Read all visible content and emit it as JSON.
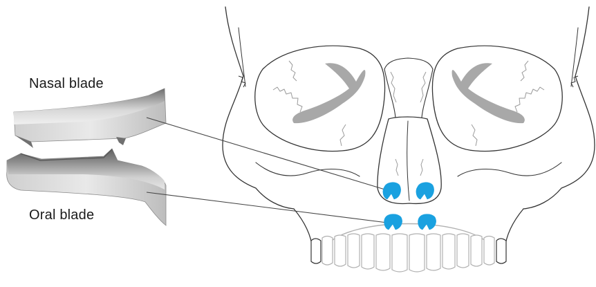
{
  "labels": {
    "nasal": "Nasal blade",
    "oral": "Oral blade"
  },
  "colors": {
    "outline": "#333333",
    "suture": "#9a9a9a",
    "orbit_shadow": "#a8a8a8",
    "teeth_outline": "#b0b0b0",
    "contact_pad": "#1aa1e0",
    "blade_metal": "#c9c9c9",
    "leader_line": "#444444"
  },
  "icons": [
    "nasal-blade-image",
    "oral-blade-image",
    "skull-illustration",
    "contact-pad-icon"
  ]
}
